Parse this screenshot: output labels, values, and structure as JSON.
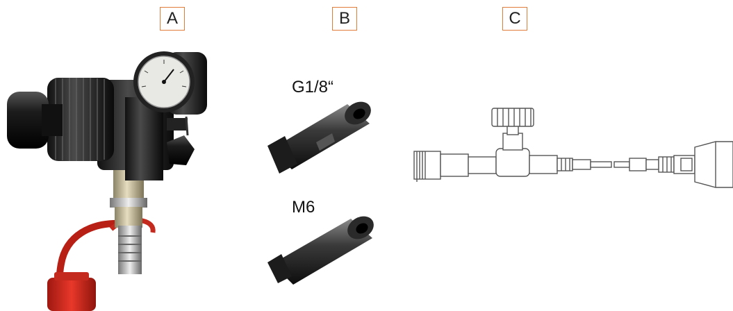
{
  "labels": {
    "a": "A",
    "b": "B",
    "c": "C"
  },
  "captions": {
    "adapter_top": "G1/8“",
    "adapter_bottom": "M6"
  },
  "colors": {
    "label_border": "#e07b39",
    "body_black": "#1a1a1a",
    "brass": "#c9b98a",
    "red_cap": "#d42a1f",
    "line_drawing": "#555555"
  }
}
